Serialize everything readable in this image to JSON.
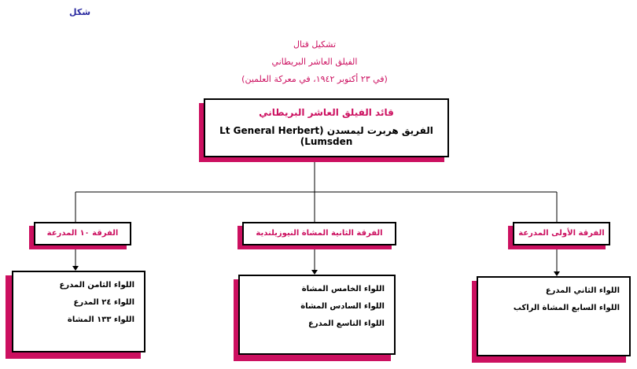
{
  "figure_label": "شكل",
  "title": {
    "line1": "تشكيل قتال",
    "line2": "الفيلق العاشر البريطاني",
    "line3": "(في ٢٣ أكتوبر ١٩٤٢، في معركة العلمين)"
  },
  "commander": {
    "title": "قائد الفيلق العاشر البريطاني",
    "name": "الفريق هربرت ليمسدن (Lt General  Herbert Lumsden)"
  },
  "divisions": [
    {
      "label": "الفرقة الأولى المدرعة",
      "brigades": [
        "اللواء الثاني المدرع",
        "اللواء السابع المشاة الراكب"
      ]
    },
    {
      "label": "الفرقة الثانية المشاة النيوزيلندية",
      "brigades": [
        "اللواء الخامس المشاة",
        "اللواء السادس المشاة",
        "اللواء التاسع المدرع"
      ]
    },
    {
      "label": "الفرقة ١٠ المدرعة",
      "brigades": [
        "اللواء الثامن المدرع",
        "اللواء ٢٤ المدرع",
        "اللواء ١٣٣ المشاة"
      ]
    }
  ],
  "colors": {
    "accent": "#cc1060",
    "line": "#000000"
  }
}
